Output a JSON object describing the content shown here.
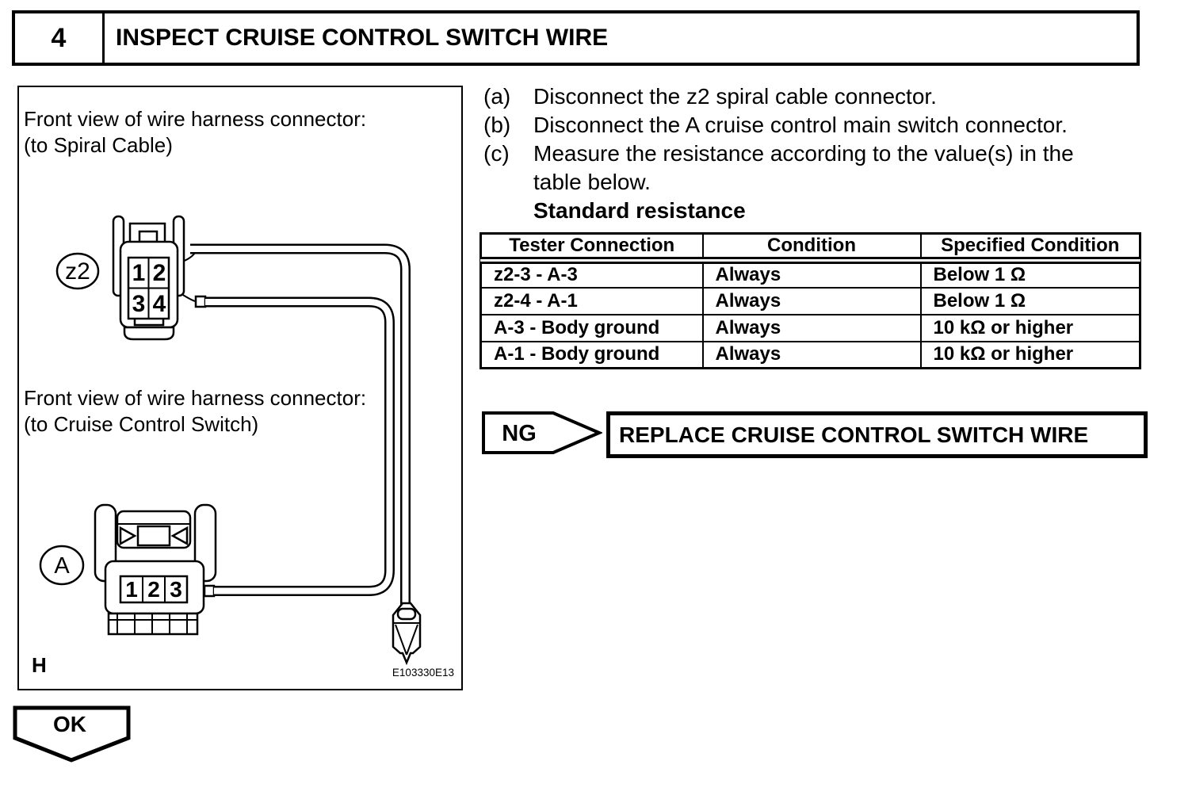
{
  "page": {
    "background": "#ffffff",
    "ink": "#000000"
  },
  "step_header": {
    "number": "4",
    "title": "INSPECT CRUISE CONTROL SWITCH WIRE"
  },
  "figure": {
    "caption_top": {
      "line1": "Front view of wire harness connector:",
      "line2": "(to Spiral Cable)"
    },
    "caption_bottom": {
      "line1": "Front view of wire harness connector:",
      "line2": "(to Cruise Control Switch)"
    },
    "connector_z2": {
      "label": "z2",
      "pins": [
        "1",
        "2",
        "3",
        "4"
      ]
    },
    "connector_a": {
      "label": "A",
      "pins": [
        "1",
        "2",
        "3"
      ]
    },
    "corner_mark": "H",
    "figure_code": "E103330E13"
  },
  "instructions": [
    {
      "marker": "(a)",
      "text": "Disconnect the z2 spiral cable connector."
    },
    {
      "marker": "(b)",
      "text": "Disconnect the A cruise control main switch connector."
    },
    {
      "marker": "(c)",
      "text": "Measure the resistance according to the value(s) in the table below."
    }
  ],
  "resistance": {
    "heading": "Standard resistance",
    "table": {
      "headers": [
        "Tester Connection",
        "Condition",
        "Specified Condition"
      ],
      "rows": [
        [
          "z2-3 - A-3",
          "Always",
          "Below 1 Ω"
        ],
        [
          "z2-4 - A-1",
          "Always",
          "Below 1 Ω"
        ],
        [
          "A-3 - Body ground",
          "Always",
          "10 kΩ or higher"
        ],
        [
          "A-1 - Body ground",
          "Always",
          "10 kΩ or higher"
        ]
      ]
    }
  },
  "flow": {
    "ng_label": "NG",
    "ng_action": "REPLACE CRUISE CONTROL SWITCH WIRE",
    "ok_label": "OK"
  }
}
